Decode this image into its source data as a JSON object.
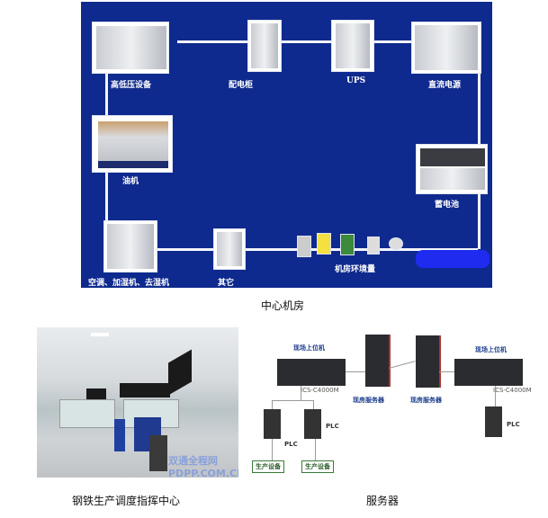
{
  "diagram1": {
    "caption": "中心机房",
    "nodes": {
      "hv": "高低压设备",
      "pdu": "配电柜",
      "ups": "UPS",
      "dc": "直流电源",
      "gen": "油机",
      "battery": "蓄电池",
      "ac": "空调、加湿机、去湿机",
      "other": "其它",
      "env": "机房环境量"
    },
    "colors": {
      "background": "#0f2a8e",
      "line": "#ffffff"
    }
  },
  "photo": {
    "caption": "钢铁生产调度指挥中心",
    "watermark": "双通全程网 PDPP.COM.CN"
  },
  "diagram2": {
    "caption": "服务器",
    "host_left": "现场上位机",
    "host_right": "现场上位机",
    "model_left": "ICS-C4000M",
    "model_right": "ICS-C4000M",
    "server_left": "现房服务器",
    "server_right": "现房服务器",
    "plc1": "PLC",
    "plc2": "PLC",
    "plc3": "PLC",
    "equip1": "生产设备",
    "equip2": "生产设备"
  }
}
